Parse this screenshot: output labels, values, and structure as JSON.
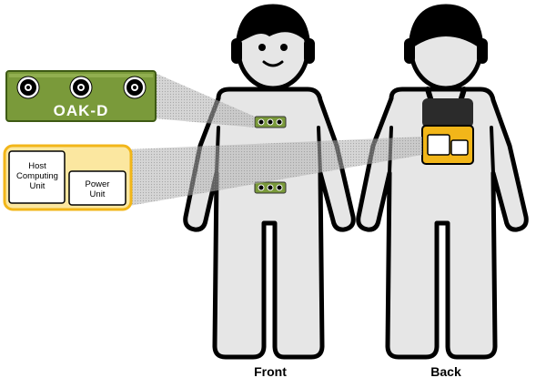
{
  "diagram": {
    "oak_label": "OAK-D",
    "host_label_line1": "Host",
    "host_label_line2": "Computing",
    "host_label_line3": "Unit",
    "power_label_line1": "Power",
    "power_label_line2": "Unit",
    "front_label": "Front",
    "back_label": "Back"
  },
  "colors": {
    "body_fill": "#e6e6e6",
    "outline": "#000000",
    "camera_green": "#7a9a3a",
    "camera_green_light": "#9bb85a",
    "yellow_panel": "#fbe7a0",
    "yellow_unit": "#f2b619",
    "callout_gray": "#b3b3b3"
  }
}
